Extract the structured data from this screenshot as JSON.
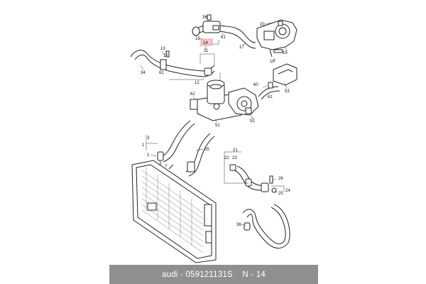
{
  "diagram": {
    "highlighted_label": "14",
    "callouts": [
      "16",
      "15",
      "61",
      "17",
      "20",
      "19",
      "18",
      "11",
      "13",
      "12",
      "34",
      "61",
      "60",
      "61",
      "12",
      "62",
      "51",
      "52",
      "53",
      "3",
      "1",
      "2",
      "55",
      "3",
      "7",
      "21",
      "22",
      "23",
      "26",
      "24",
      "25",
      "36"
    ]
  },
  "caption": {
    "brand": "audi",
    "part_number": "059121131S",
    "page": "N - 14"
  }
}
